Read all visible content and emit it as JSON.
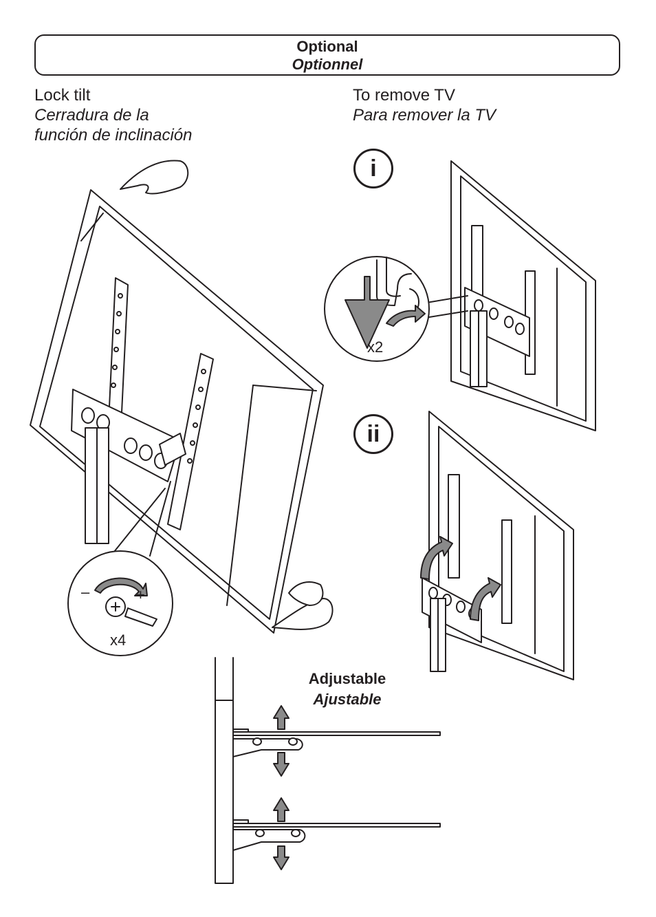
{
  "header": {
    "title_en": "Optional",
    "title_fr": "Optionnel"
  },
  "lock_tilt": {
    "label_en": "Lock tilt",
    "label_es_line1": "Cerradura de la",
    "label_es_line2": "función de inclinación",
    "count": "x4",
    "minus": "–",
    "plus": "+"
  },
  "remove_tv": {
    "label_en": "To remove TV",
    "label_es": "Para remover la TV",
    "step1": "i",
    "step1_count": "x2",
    "step2": "ii"
  },
  "adjustable": {
    "label_en": "Adjustable",
    "label_fr": "Ajustable"
  },
  "colors": {
    "ink": "#231f20",
    "arrow_grey": "#8a8a8a"
  }
}
